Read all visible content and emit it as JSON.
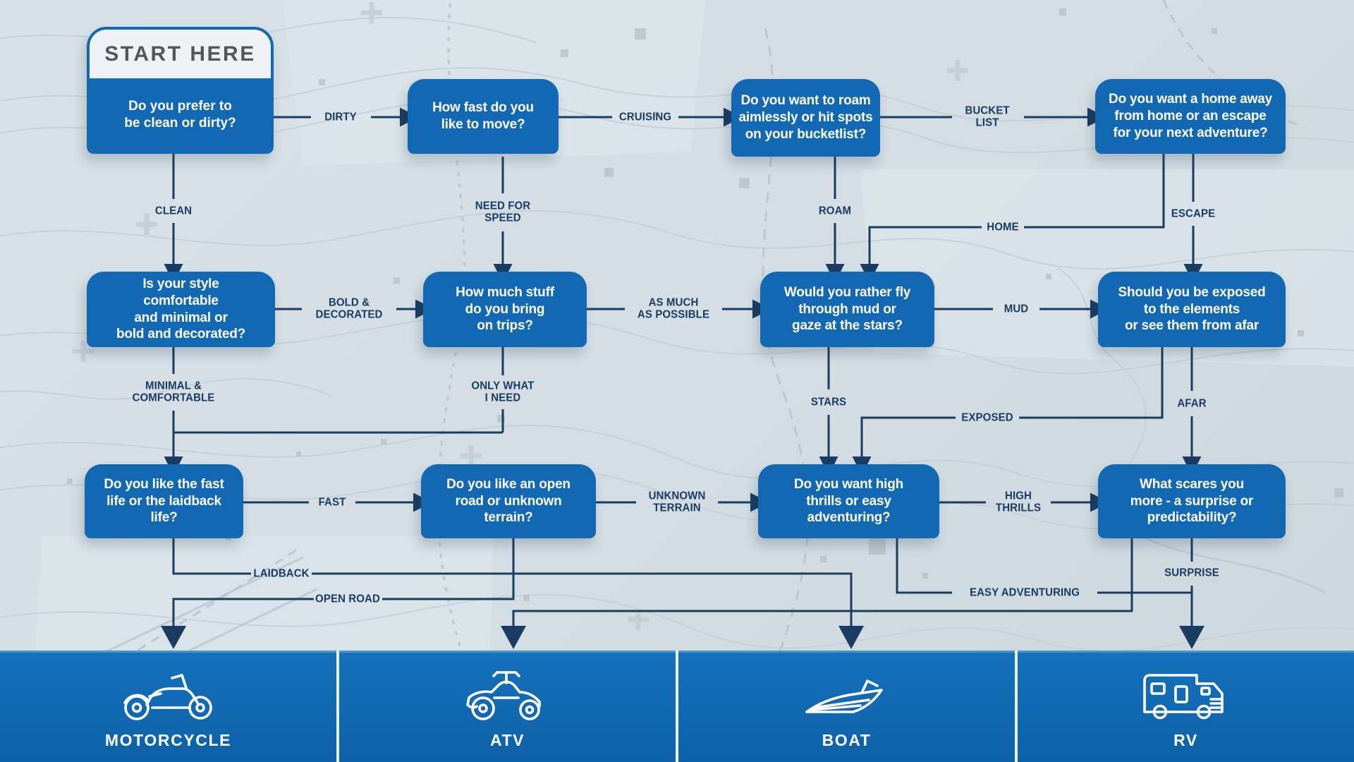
{
  "start_header": "START HERE",
  "questions": {
    "clean_dirty": "Do you prefer to\nbe clean or dirty?",
    "how_fast": "How fast do you\nlike to move?",
    "roam_bucketlist": "Do you want to roam\naimlessly or hit spots\non your bucketlist?",
    "home_escape": "Do you want a home away\nfrom home or an escape\nfor your next adventure?",
    "style": "Is your style\ncomfortable\nand minimal or\nbold and decorated?",
    "stuff": "How much stuff\ndo you bring\non trips?",
    "mud_stars": "Would you rather fly\nthrough mud or\ngaze at the stars?",
    "exposed_afar": "Should you be exposed\nto the elements\nor see them from afar",
    "fast_laidback": "Do you like the fast\nlife or the laidback life?",
    "road_terrain": "Do you like an open\nroad or unknown\nterrain?",
    "thrills": "Do you want high\nthrills or easy\nadventuring?",
    "scares": "What scares you\nmore - a surprise or\npredictability?"
  },
  "answers": {
    "dirty": "DIRTY",
    "clean": "CLEAN",
    "cruising": "CRUISING",
    "need_for_speed": "NEED FOR\nSPEED",
    "bucket_list": "BUCKET\nLIST",
    "roam": "ROAM",
    "home": "HOME",
    "escape": "ESCAPE",
    "bold_decorated": "BOLD &\nDECORATED",
    "minimal_comfortable": "MINIMAL &\nCOMFORTABLE",
    "as_much_as_possible": "AS MUCH\nAS POSSIBLE",
    "only_what_i_need": "ONLY WHAT\nI NEED",
    "mud": "MUD",
    "stars": "STARS",
    "exposed": "EXPOSED",
    "afar": "AFAR",
    "fast": "FAST",
    "laidback": "LAIDBACK",
    "unknown_terrain": "UNKNOWN\nTERRAIN",
    "open_road": "OPEN ROAD",
    "high_thrills": "HIGH\nTHRILLS",
    "easy_adventuring": "EASY ADVENTURING",
    "surprise": "SURPRISE"
  },
  "results": {
    "motorcycle": {
      "label": "MOTORCYCLE",
      "icon": "motorcycle-icon"
    },
    "atv": {
      "label": "ATV",
      "icon": "atv-icon"
    },
    "boat": {
      "label": "BOAT",
      "icon": "boat-icon"
    },
    "rv": {
      "label": "RV",
      "icon": "rv-icon"
    }
  },
  "colors": {
    "question_box_blue": "#1268b3",
    "result_panel_blue": "#0d61a9",
    "connector_navy": "#1a3c61",
    "background_map": "#d3dde3",
    "start_header_text": "#55565a",
    "box_text": "#ffffff"
  }
}
